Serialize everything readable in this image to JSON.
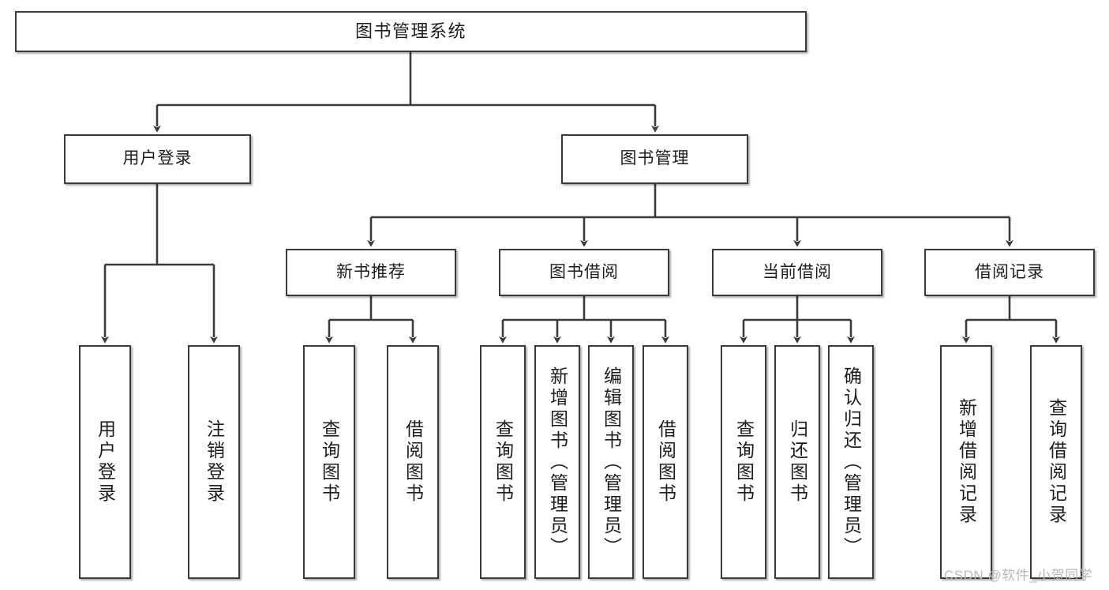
{
  "diagram": {
    "type": "tree-hierarchy-chart",
    "title": "图书管理系统",
    "orientation": "top-down",
    "colors": {
      "box_border": "#3a3a3a",
      "box_fill": "#ffffff",
      "connector": "#3a3a3a",
      "text": "#1d1d1d",
      "watermark": "#b9b9b9",
      "background": "#ffffff"
    }
  },
  "watermark": {
    "text": "CSDN @软件_小贺同学"
  },
  "nodes": {
    "root": {
      "label": "图书管理系统"
    },
    "level2": [
      {
        "id": "user-login",
        "label": "用户登录"
      },
      {
        "id": "book-manage",
        "label": "图书管理"
      }
    ],
    "level3": [
      {
        "id": "new-book-recommend",
        "label": "新书推荐"
      },
      {
        "id": "book-borrow",
        "label": "图书借阅"
      },
      {
        "id": "current-borrow",
        "label": "当前借阅"
      },
      {
        "id": "borrow-record",
        "label": "借阅记录"
      }
    ],
    "leaves": {
      "user_login": [
        {
          "id": "leaf-user-login",
          "label": "用户登录"
        },
        {
          "id": "leaf-logout-login",
          "label": "注销登录"
        }
      ],
      "new_book_recommend": [
        {
          "id": "leaf-query-book-1",
          "label": "查询图书"
        },
        {
          "id": "leaf-borrow-book-1",
          "label": "借阅图书"
        }
      ],
      "book_borrow": [
        {
          "id": "leaf-query-book-2",
          "label": "查询图书"
        },
        {
          "id": "leaf-add-book",
          "label": "新增图书（管理员）"
        },
        {
          "id": "leaf-edit-book",
          "label": "编辑图书（管理员）"
        },
        {
          "id": "leaf-borrow-book-2",
          "label": "借阅图书"
        }
      ],
      "current_borrow": [
        {
          "id": "leaf-query-book-3",
          "label": "查询图书"
        },
        {
          "id": "leaf-return-book",
          "label": "归还图书"
        },
        {
          "id": "leaf-confirm-return",
          "label": "确认归还（管理员）"
        }
      ],
      "borrow_record": [
        {
          "id": "leaf-add-borrow-record",
          "label": "新增借阅记录"
        },
        {
          "id": "leaf-query-borrow-record",
          "label": "查询借阅记录"
        }
      ]
    }
  }
}
